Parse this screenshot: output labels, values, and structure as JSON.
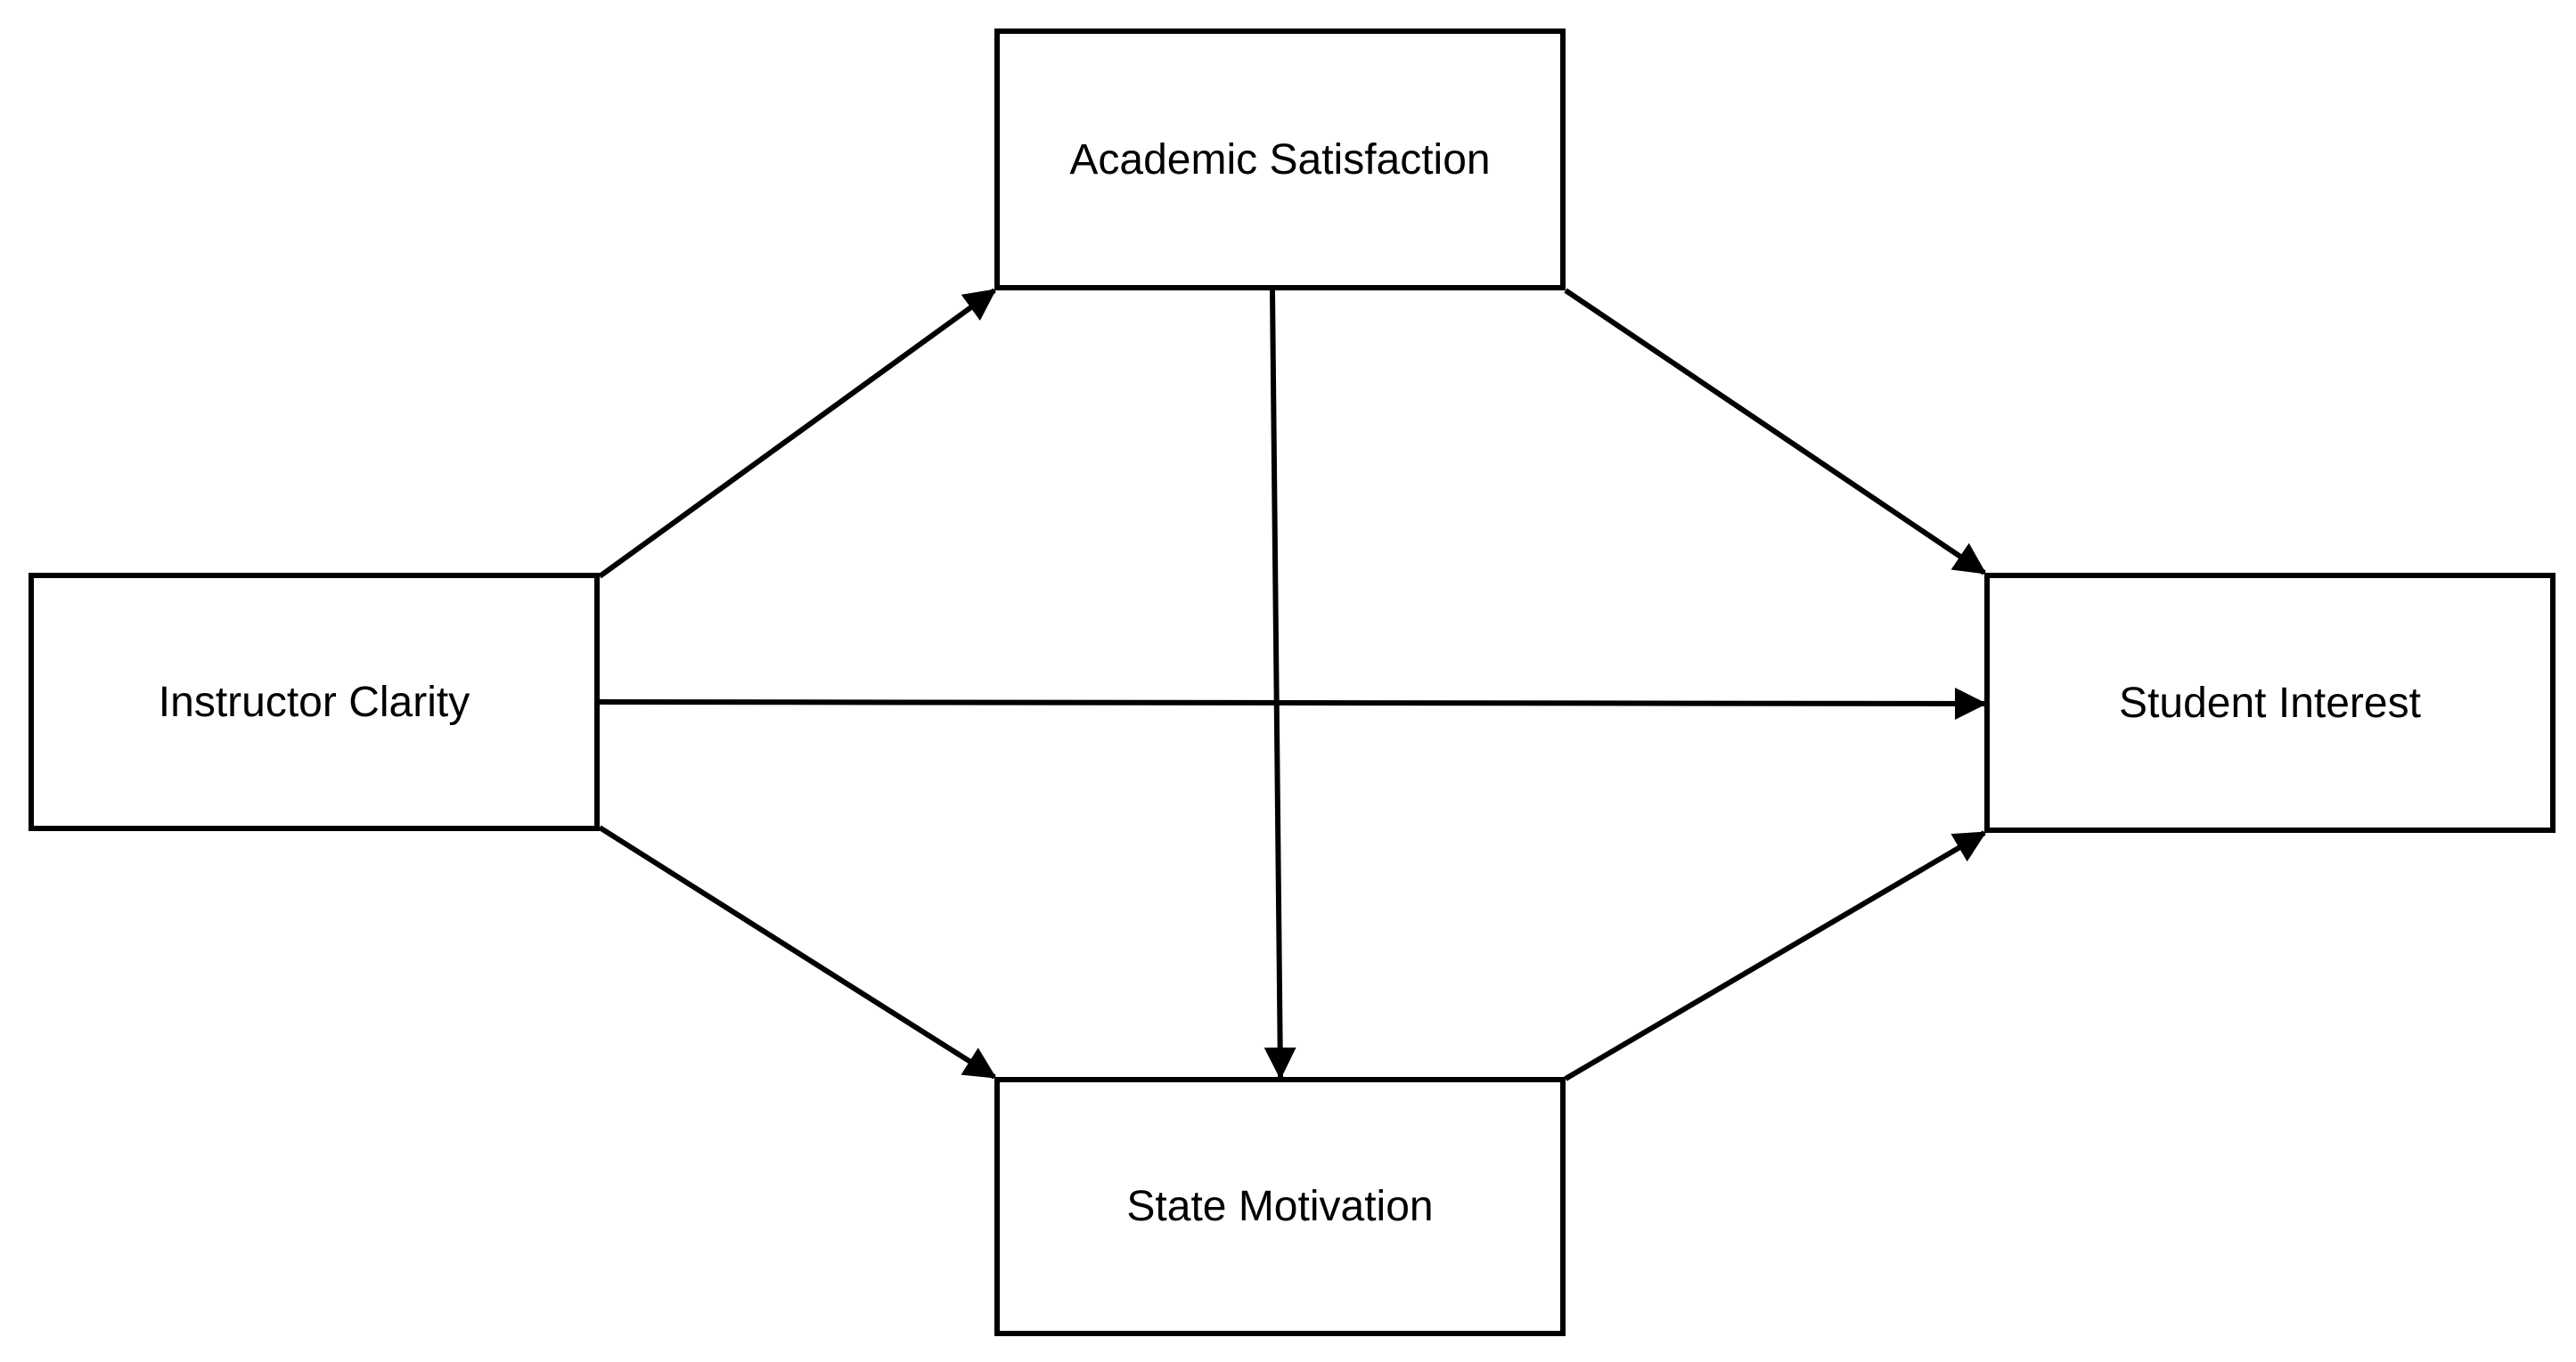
{
  "nodes": {
    "academic_satisfaction": "Academic Satisfaction",
    "instructor_clarity": "Instructor Clarity",
    "student_interest": "Student Interest",
    "state_motivation": "State Motivation"
  },
  "edges": [
    {
      "from": "Instructor Clarity",
      "to": "Academic Satisfaction"
    },
    {
      "from": "Instructor Clarity",
      "to": "Student Interest"
    },
    {
      "from": "Instructor Clarity",
      "to": "State Motivation"
    },
    {
      "from": "Academic Satisfaction",
      "to": "Student Interest"
    },
    {
      "from": "Academic Satisfaction",
      "to": "State Motivation"
    },
    {
      "from": "State Motivation",
      "to": "Student Interest"
    }
  ]
}
